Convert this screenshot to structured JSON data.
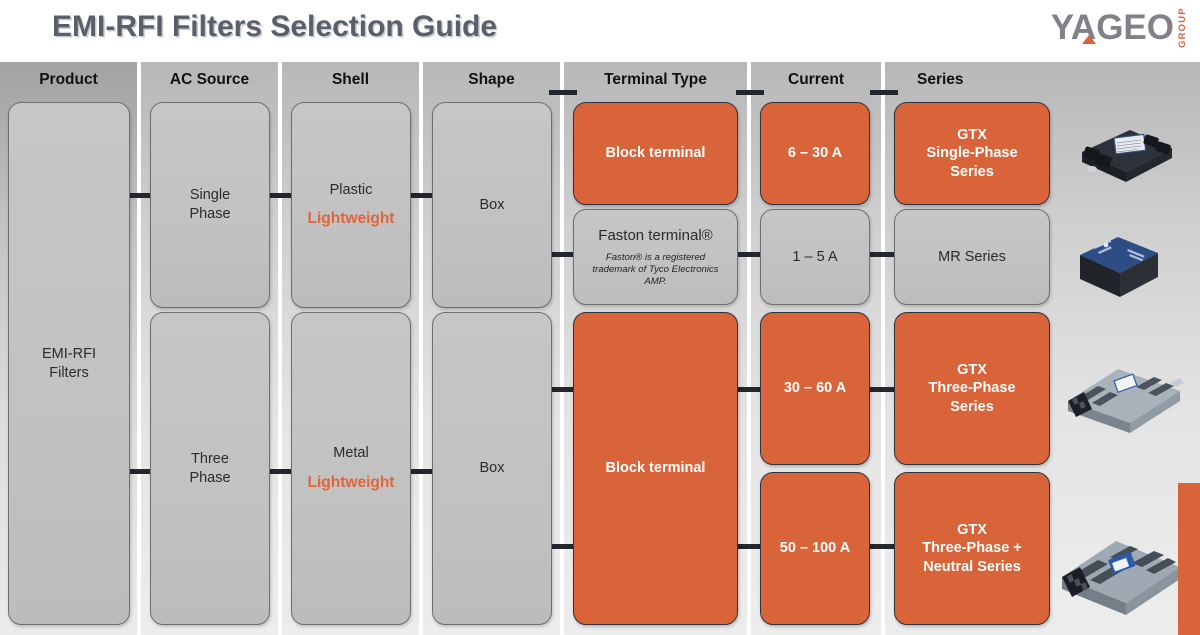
{
  "page": {
    "title": "EMI-RFI Filters Selection Guide",
    "accent_orange": "#d9643a",
    "title_color": "#5a5f6a"
  },
  "logo": {
    "word": "YAGEO",
    "sub": "GROUP"
  },
  "columns": [
    {
      "key": "product",
      "label": "Product"
    },
    {
      "key": "ac",
      "label": "AC Source"
    },
    {
      "key": "shell",
      "label": "Shell"
    },
    {
      "key": "shape",
      "label": "Shape"
    },
    {
      "key": "terminal",
      "label": "Terminal Type"
    },
    {
      "key": "current",
      "label": "Current"
    },
    {
      "key": "series",
      "label": "Series"
    }
  ],
  "nodes": {
    "product": {
      "label": "EMI-RFI\nFilters",
      "line1": "EMI-RFI",
      "line2": "Filters"
    },
    "ac_single": {
      "line1": "Single",
      "line2": "Phase"
    },
    "ac_three": {
      "line1": "Three",
      "line2": "Phase"
    },
    "shell_plastic": {
      "material": "Plastic",
      "note": "Lightweight"
    },
    "shell_metal": {
      "material": "Metal",
      "note": "Lightweight"
    },
    "shape_top": {
      "label": "Box"
    },
    "shape_bottom": {
      "label": "Box"
    },
    "term_block_top": {
      "label": "Block terminal"
    },
    "term_faston": {
      "label": "Faston terminal®",
      "fineprint": "Faston® is a registered trademark of Tyco Electronics AMP."
    },
    "term_block_bottom": {
      "label": "Block terminal"
    },
    "cur_6_30": {
      "label": "6 – 30 A"
    },
    "cur_1_5": {
      "label": "1 – 5 A"
    },
    "cur_30_60": {
      "label": "30 – 60 A"
    },
    "cur_50_100": {
      "label": "50 – 100 A"
    },
    "ser_gtx_single": {
      "line1": "GTX",
      "line2": "Single-Phase",
      "line3": "Series"
    },
    "ser_mr": {
      "line1": "MR Series"
    },
    "ser_gtx_three": {
      "line1": "GTX",
      "line2": "Three-Phase",
      "line3": "Series"
    },
    "ser_gtx_neutral": {
      "line1": "GTX",
      "line2": "Three-Phase +",
      "line3": "Neutral Series"
    }
  },
  "photos": [
    {
      "key": "photo-gtx-single-phase",
      "alt": "gtx-single-phase-filter-photo"
    },
    {
      "key": "photo-mr-series",
      "alt": "mr-series-filter-photo"
    },
    {
      "key": "photo-gtx-three-phase",
      "alt": "gtx-three-phase-filter-photo"
    },
    {
      "key": "photo-gtx-three-neutral",
      "alt": "gtx-three-phase-neutral-filter-photo"
    }
  ]
}
